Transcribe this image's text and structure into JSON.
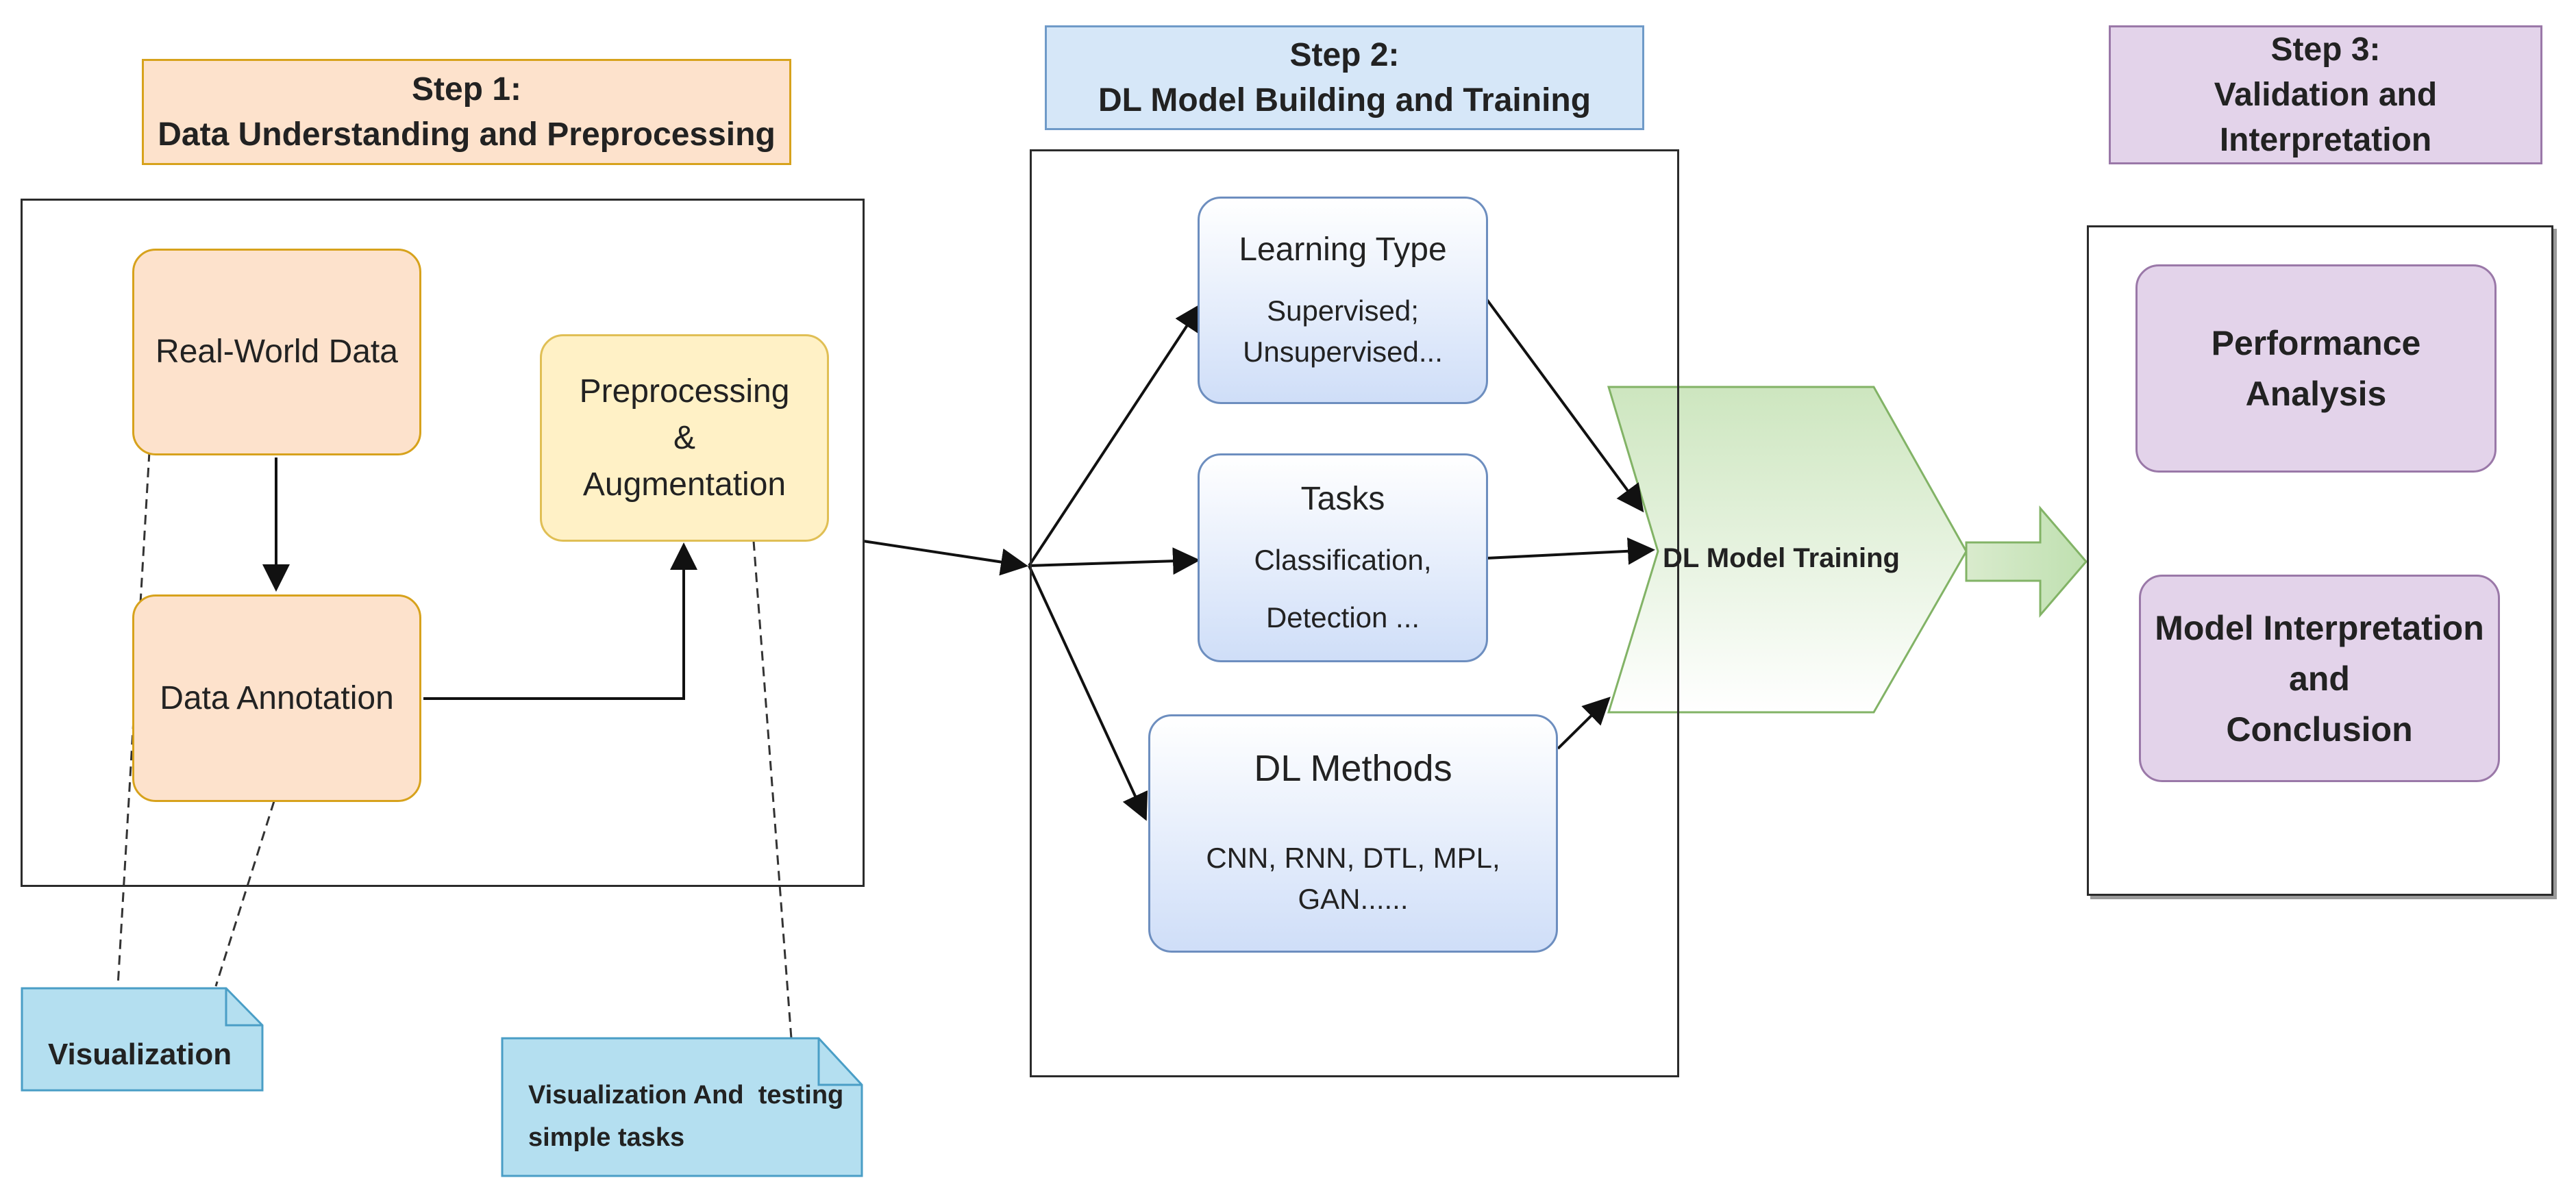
{
  "step1": {
    "line1": "Step 1:",
    "line2": "Data Understanding and Preprocessing"
  },
  "step2": {
    "line1": "Step 2:",
    "line2": "DL Model Building and Training"
  },
  "step3": {
    "line1": "Step 3:",
    "line2": "Validation and Interpretation"
  },
  "real_world": "Real-World Data",
  "annotation": "Data Annotation",
  "preprocessing": {
    "line1": "Preprocessing",
    "line2": "&",
    "line3": "Augmentation"
  },
  "learning_type": {
    "title": "Learning Type",
    "line1": "Supervised;",
    "line2": "Unsupervised..."
  },
  "tasks": {
    "title": "Tasks",
    "line1": "Classification,",
    "line2": "Detection ..."
  },
  "dl_methods": {
    "title": "DL Methods",
    "line1": "CNN, RNN, DTL, MPL, GAN......"
  },
  "training": "DL Model Training",
  "performance": "Performance Analysis",
  "interpretation": {
    "line1": "Model Interpretation and",
    "line2": "Conclusion"
  },
  "note1": "Visualization",
  "note2": {
    "line1": "Visualization And  testing",
    "line2": "simple tasks"
  },
  "colors": {
    "step1_fill": "#fde2cc",
    "step1_border": "#d7a21c",
    "step2_fill": "#d6e7f8",
    "step2_border": "#6f9ac8",
    "step3_fill": "#e3d3ea",
    "step3_border": "#9a78a8",
    "preprocessing_fill": "#fff1c6",
    "model_blue": "#cfdef8",
    "training_fill": "#e6f1dc",
    "training_border": "#82b366",
    "note_fill": "#b4dff0"
  }
}
